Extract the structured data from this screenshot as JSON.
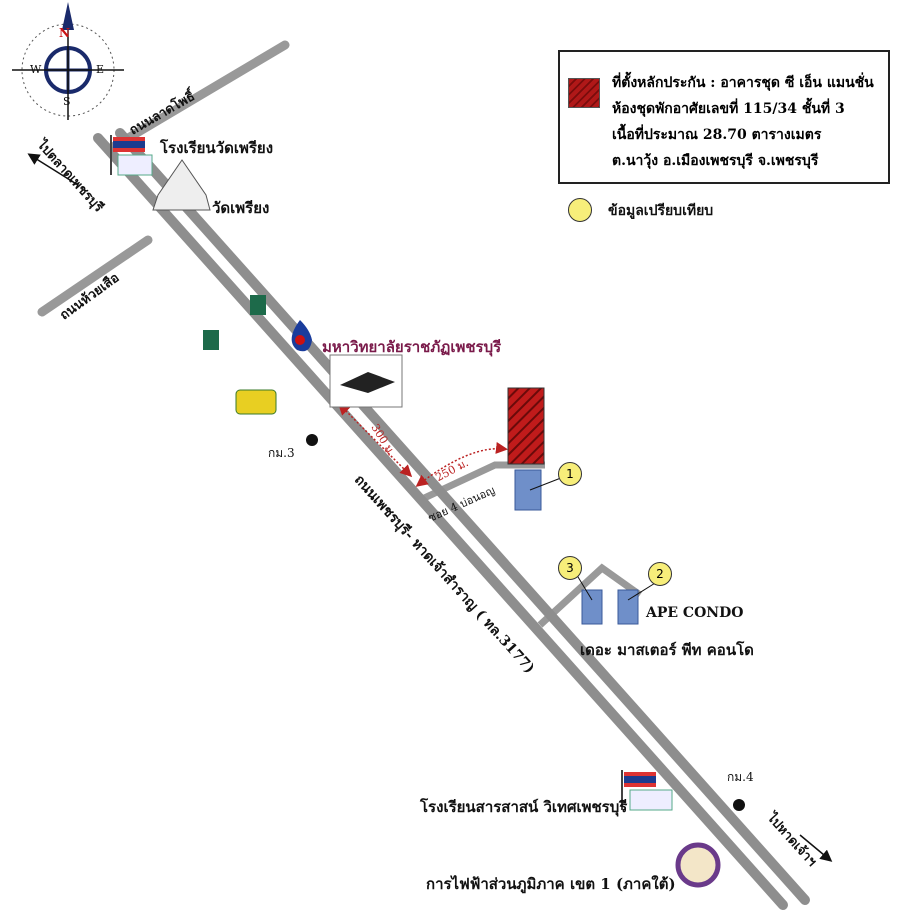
{
  "legend": {
    "subject_lines": [
      "ที่ตั้งหลักประกัน : อาคารชุด ซี เอ็น แมนชั่น",
      "ห้องชุดพักอาศัยเลขที่ 115/34 ชั้นที่ 3",
      "เนื้อที่ประมาณ 28.70 ตารางเมตร",
      "ต.นาวุ้ง อ.เมืองเพชรบุรี   จ.เพชรบุรี"
    ],
    "comparison_label": "ข้อมูลเปรียบเทียบ",
    "subject_color": "#b01818",
    "comparison_color": "#f7ee7a"
  },
  "compass": {
    "n": "N",
    "s": "S",
    "e": "E",
    "w": "W"
  },
  "roads": {
    "lat_pho": "ถนนลาดโพธิ์",
    "huai_suea": "ถนนห้วยเสือ",
    "main": "ถนนเพชรบุรี- หาดเจ้าสำราญ ( ทล.3177)",
    "soi4": "ซอย 4 บ่อนอญ",
    "to_north": "ไปตลาดเพชรบุรี",
    "to_south": "ไปหาดเจ้าฯ"
  },
  "landmarks": {
    "school_wat": "โรงเรียนวัดเพรียง",
    "wat": "วัดเพรียง",
    "university": "มหาวิทยาลัยราชภัฏเพชรบุรี",
    "km3": "กม.3",
    "km4": "กม.4",
    "ape_condo": "APE CONDO",
    "master_pt": "เดอะ มาสเตอร์ พีท คอนโด",
    "school_sarasas": "โรงเรียนสารสาสน์ วิเทศเพชรบุรี",
    "pea": "การไฟฟ้าส่วนภูมิภาค เขต 1 (ภาคใต้)"
  },
  "distances": {
    "to_university": "300 ม.",
    "to_subject": "250 ม."
  },
  "comparables": [
    "1",
    "2",
    "3"
  ]
}
